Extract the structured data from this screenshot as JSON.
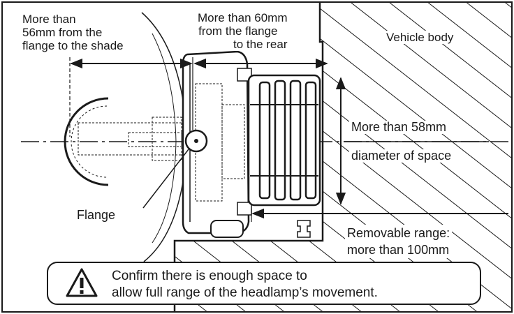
{
  "labels": {
    "shade_distance": [
      "More than",
      "56mm from the",
      "flange to the shade"
    ],
    "rear_distance": [
      "More than 60mm",
      "from the flange",
      "to the rear"
    ],
    "vehicle_body": "Vehicle body",
    "diameter_line1": "More than 58mm",
    "diameter_line2": "diameter of space",
    "flange": "Flange",
    "removable_line1": "Removable range:",
    "removable_line2": "more than 100mm"
  },
  "note": {
    "line1": "Confirm there is enough space to",
    "line2": "allow full range of the headlamp’s movement."
  },
  "colors": {
    "ink": "#1a1a1a",
    "background": "#ffffff"
  },
  "icons": {
    "warning": "warning-triangle-icon"
  }
}
